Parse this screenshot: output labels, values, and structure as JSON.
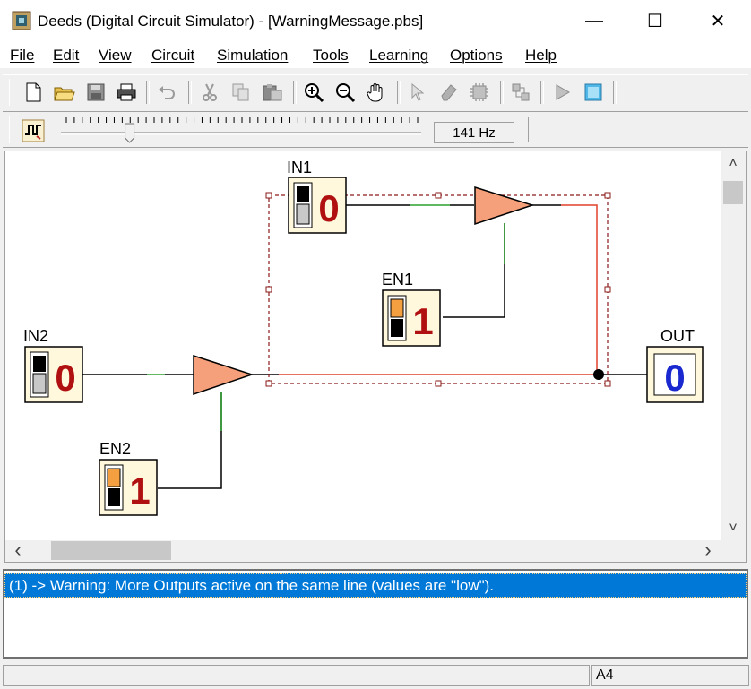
{
  "window": {
    "title": "Deeds (Digital Circuit Simulator) - [WarningMessage.pbs]",
    "controls": {
      "minimize": "—",
      "maximize": "☐",
      "close": "✕"
    }
  },
  "menu": {
    "items": [
      "File",
      "Edit",
      "View",
      "Circuit",
      "Simulation",
      "Tools",
      "Learning",
      "Options",
      "Help"
    ]
  },
  "toolbar": {
    "buttons": [
      "new-file",
      "open-folder",
      "save",
      "print",
      "undo",
      "cut",
      "copy",
      "paste",
      "zoom-in",
      "zoom-out",
      "pan-hand",
      "select-pointer",
      "eraser",
      "component",
      "network",
      "simulate-play",
      "timing-diagram"
    ]
  },
  "clock_toolbar": {
    "frequency": "141 Hz",
    "slider_fraction": 0.18
  },
  "circuit": {
    "inputs": [
      {
        "label": "IN1",
        "value": "0"
      },
      {
        "label": "EN1",
        "value": "1"
      },
      {
        "label": "IN2",
        "value": "0"
      },
      {
        "label": "EN2",
        "value": "1"
      }
    ],
    "output": {
      "label": "OUT",
      "value": "0"
    },
    "colors": {
      "wire": "#000000",
      "wire_high": "#2ca02c",
      "wire_conflict": "#e0402a",
      "gate_fill": "#f5a07a",
      "selection": "#8b1a1a",
      "input_digit": "#b01010",
      "output_digit": "#1a28d0"
    }
  },
  "scrollbars": {
    "left_arrow": "‹",
    "right_arrow": "›",
    "up_arrow": "˄",
    "down_arrow": "˅"
  },
  "messages": {
    "warning": "(1) -> Warning: More Outputs active on the same line (values are \"low\")."
  },
  "status": {
    "page_size": "A4"
  }
}
